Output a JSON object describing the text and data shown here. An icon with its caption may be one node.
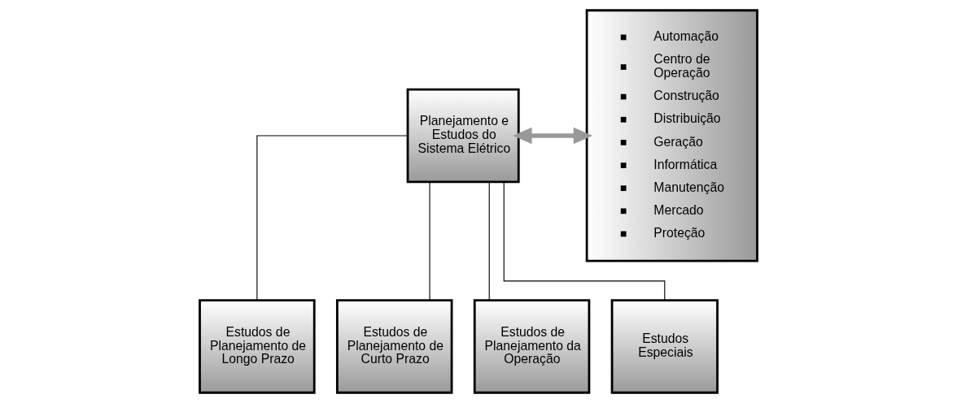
{
  "diagram": {
    "nodes": [
      {
        "text": [
          "Planejamento e Estudos do Sistema Elétrico"
        ]
      },
      {
        "text": [
          "Estudos de Planejamento de Longo Prazo"
        ]
      },
      {
        "text": [
          "Estudos de Planejamento de Curto Prazo"
        ]
      },
      {
        "text": [
          "Estudos de Planejamento da Operação"
        ]
      },
      {
        "text": [
          "Estudos Especiais"
        ]
      },
      {
        "text": [
          "Automação",
          "Centro de Operação",
          "Construção",
          "Distribuição",
          "Geração",
          "Informática",
          "Manutenção",
          "Mercado",
          "Proteção"
        ]
      }
    ],
    "edges": [
      {
        "from": 0,
        "to": 1,
        "arrow": "none"
      },
      {
        "from": 0,
        "to": 2,
        "arrow": "none"
      },
      {
        "from": 0,
        "to": 3,
        "arrow": "none"
      },
      {
        "from": 0,
        "to": 4,
        "arrow": "none"
      },
      {
        "from": 0,
        "to": 5,
        "arrow": "both",
        "style": "thick",
        "color": "#999999"
      }
    ]
  }
}
